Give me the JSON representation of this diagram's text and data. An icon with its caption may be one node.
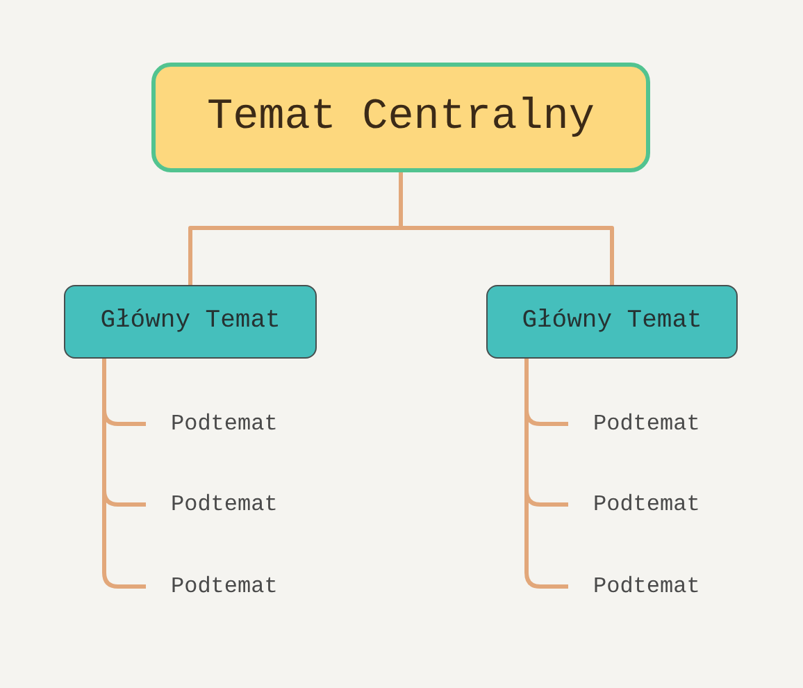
{
  "diagram": {
    "nodes": [
      {
        "text": [
          "Temat Centralny"
        ]
      },
      {
        "text": [
          "Główny Temat"
        ]
      },
      {
        "text": [
          "Podtemat"
        ]
      },
      {
        "text": [
          "Podtemat"
        ]
      },
      {
        "text": [
          "Podtemat"
        ]
      },
      {
        "text": [
          "Główny Temat"
        ]
      },
      {
        "text": [
          "Podtemat"
        ]
      },
      {
        "text": [
          "Podtemat"
        ]
      },
      {
        "text": [
          "Podtemat"
        ]
      }
    ],
    "edges": [
      {
        "from": 0,
        "to": 1,
        "arrow": "none"
      },
      {
        "from": 0,
        "to": 5,
        "arrow": "none"
      },
      {
        "from": 1,
        "to": 2,
        "arrow": "none"
      },
      {
        "from": 1,
        "to": 3,
        "arrow": "none"
      },
      {
        "from": 1,
        "to": 4,
        "arrow": "none"
      },
      {
        "from": 5,
        "to": 6,
        "arrow": "none"
      },
      {
        "from": 5,
        "to": 7,
        "arrow": "none"
      },
      {
        "from": 5,
        "to": 8,
        "arrow": "none"
      }
    ]
  }
}
